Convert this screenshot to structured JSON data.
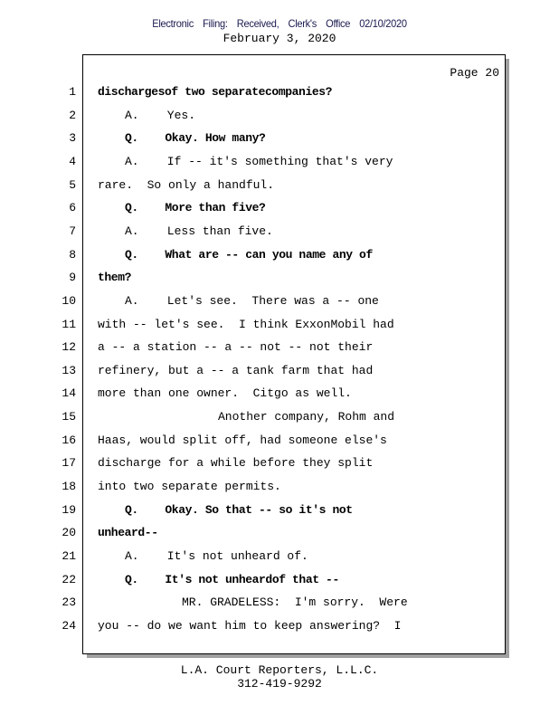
{
  "header": {
    "filing_stamp": "Electronic   Filing:  Received,   Clerk's  Office  02/10/2020",
    "date": "February 3, 2020"
  },
  "page": {
    "label": "Page 20"
  },
  "lines": [
    {
      "n": "1",
      "indent": 0,
      "bold": true,
      "text": "dischargesof two separatecompanies?"
    },
    {
      "n": "2",
      "indent": 1,
      "bold": false,
      "text": "A.    Yes."
    },
    {
      "n": "3",
      "indent": 1,
      "bold": true,
      "text": "Q.    Okay. How many?"
    },
    {
      "n": "4",
      "indent": 1,
      "bold": false,
      "text": "A.    If -- it's something that's very"
    },
    {
      "n": "5",
      "indent": 0,
      "bold": false,
      "text": "rare.  So only a handful."
    },
    {
      "n": "6",
      "indent": 1,
      "bold": true,
      "text": "Q.    More than five?"
    },
    {
      "n": "7",
      "indent": 1,
      "bold": false,
      "text": "A.    Less than five."
    },
    {
      "n": "8",
      "indent": 1,
      "bold": true,
      "text": "Q.    What are -- can you name any of"
    },
    {
      "n": "9",
      "indent": 0,
      "bold": true,
      "text": "them?"
    },
    {
      "n": "10",
      "indent": 1,
      "bold": false,
      "text": "A.    Let's see.  There was a -- one"
    },
    {
      "n": "11",
      "indent": 0,
      "bold": false,
      "text": "with -- let's see.  I think ExxonMobil had"
    },
    {
      "n": "12",
      "indent": 0,
      "bold": false,
      "text": "a -- a station -- a -- not -- not their"
    },
    {
      "n": "13",
      "indent": 0,
      "bold": false,
      "text": "refinery, but a -- a tank farm that had"
    },
    {
      "n": "14",
      "indent": 0,
      "bold": false,
      "text": "more than one owner.  Citgo as well."
    },
    {
      "n": "15",
      "indent": 3,
      "bold": false,
      "text": "Another company, Rohm and"
    },
    {
      "n": "16",
      "indent": 0,
      "bold": false,
      "text": "Haas, would split off, had someone else's"
    },
    {
      "n": "17",
      "indent": 0,
      "bold": false,
      "text": "discharge for a while before they split"
    },
    {
      "n": "18",
      "indent": 0,
      "bold": false,
      "text": "into two separate permits."
    },
    {
      "n": "19",
      "indent": 1,
      "bold": true,
      "text": "Q.    Okay. So that -- so it's not"
    },
    {
      "n": "20",
      "indent": 0,
      "bold": true,
      "text": "unheard--"
    },
    {
      "n": "21",
      "indent": 1,
      "bold": false,
      "text": "A.    It's not unheard of."
    },
    {
      "n": "22",
      "indent": 1,
      "bold": true,
      "text": "Q.    It's not unheardof that --"
    },
    {
      "n": "23",
      "indent": 2,
      "bold": false,
      "text": "MR. GRADELESS:  I'm sorry.  Were"
    },
    {
      "n": "24",
      "indent": 0,
      "bold": false,
      "text": "you -- do we want him to keep answering?  I"
    }
  ],
  "footer": {
    "company": "L.A. Court Reporters, L.L.C.",
    "phone": "312-419-9292"
  }
}
